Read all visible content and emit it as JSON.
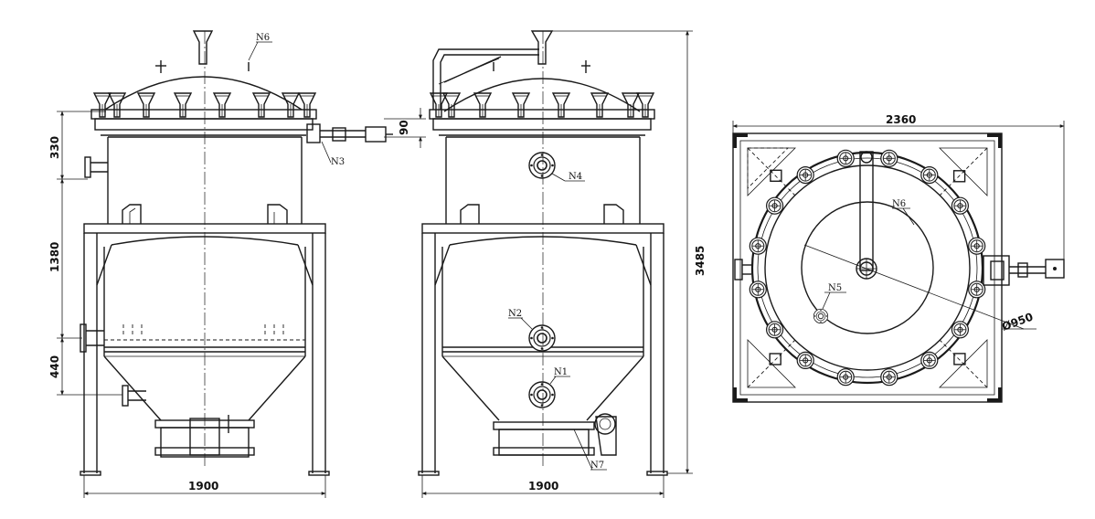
{
  "dimensions": {
    "front_width": "1900",
    "side_width": "1900",
    "top_width": "2360",
    "total_height": "3485",
    "dim_330": "330",
    "dim_1380": "1380",
    "dim_440": "440",
    "dim_90": "90",
    "diameter": "Ø950"
  },
  "nozzles": {
    "n1": "N1",
    "n2": "N2",
    "n3": "N3",
    "n4": "N4",
    "n5": "N5",
    "n6_front": "N6",
    "n6_top": "N6",
    "n7": "N7"
  },
  "icons": [
    "flange-icon",
    "lifting-lug-icon",
    "eyebolt-clamp-icon",
    "handwheel-icon"
  ]
}
